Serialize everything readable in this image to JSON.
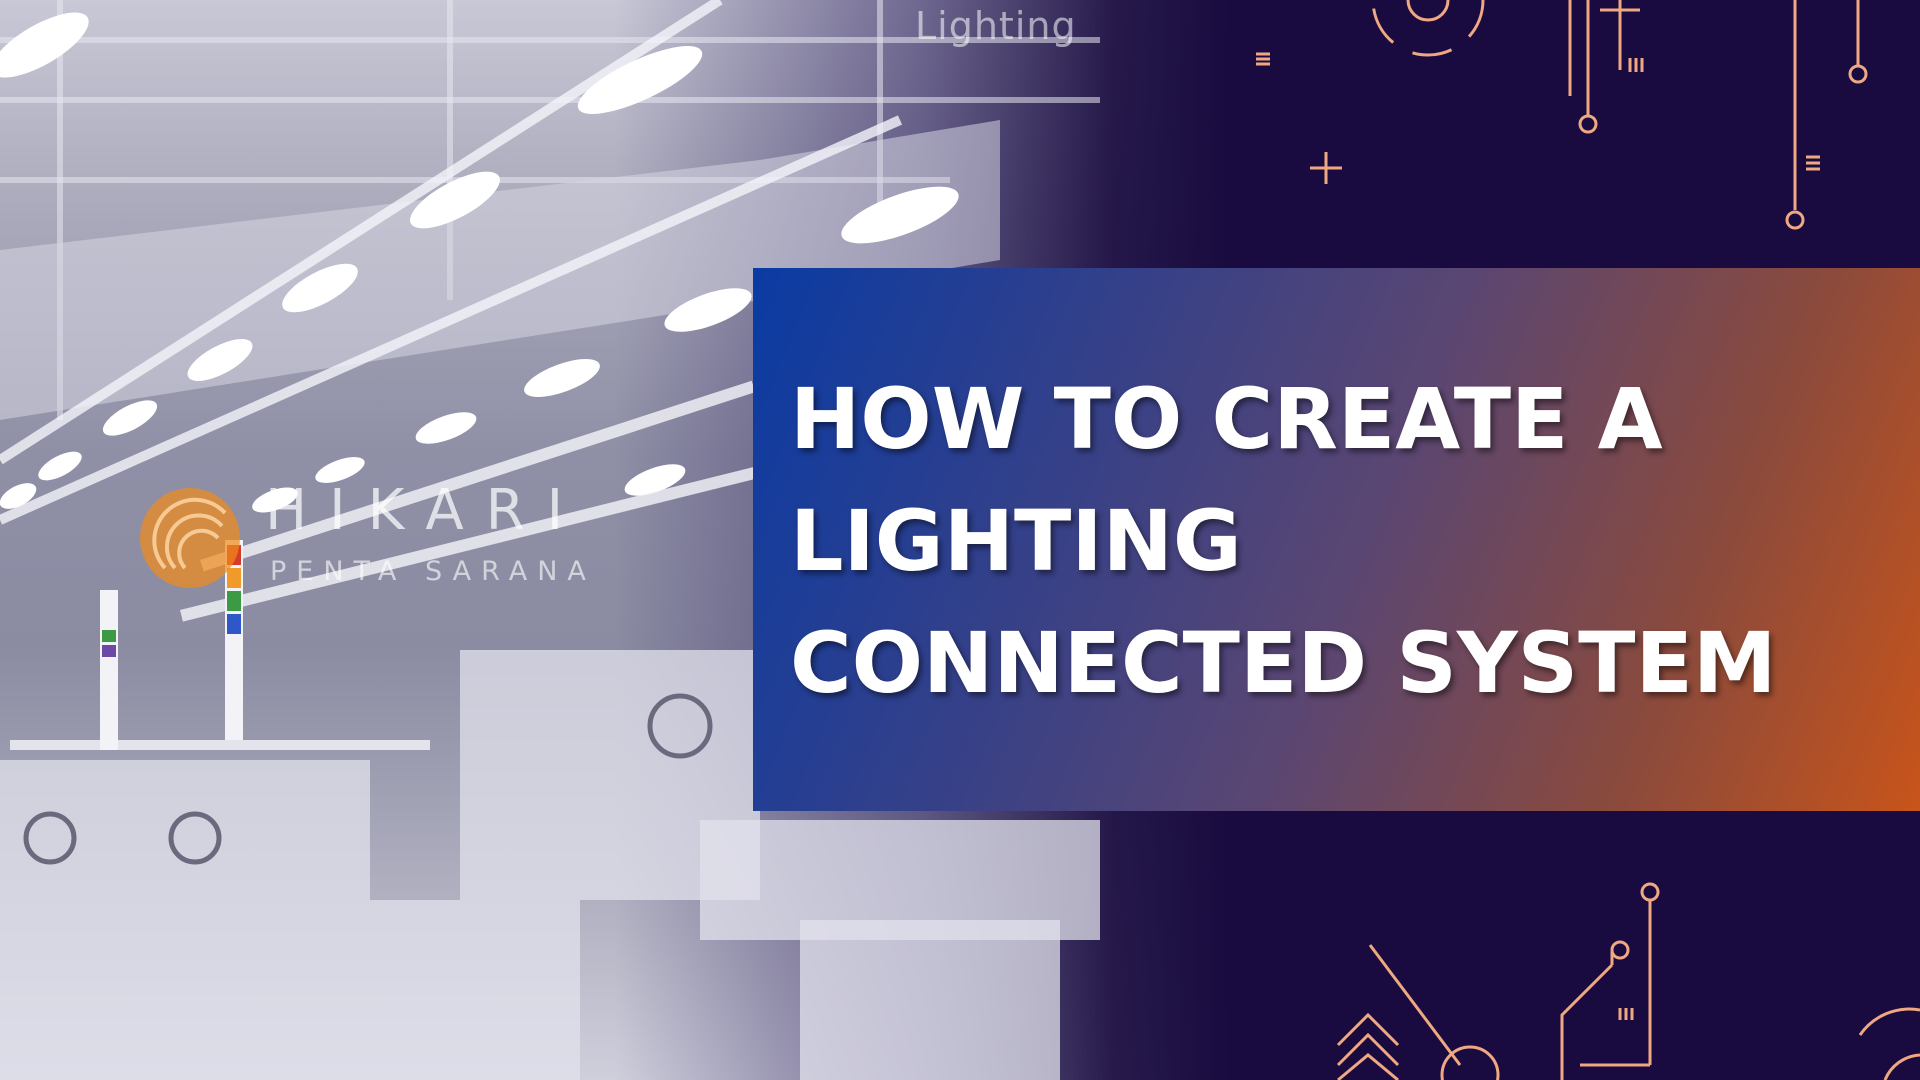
{
  "colors": {
    "background": "#190b3f",
    "accent_circuit": "#f0a882",
    "panel_start": "#0a3ba3",
    "panel_end": "#c8541a",
    "logo_orange": "#f08a1c"
  },
  "top_tag": "Lighting",
  "logo": {
    "name": "HIKARI",
    "tagline": "PENTA SARANA",
    "icon": "signal-waves-icon"
  },
  "headline": {
    "line1": "HOW TO CREATE A",
    "line2": "LIGHTING",
    "line3": "CONNECTED SYSTEM"
  }
}
